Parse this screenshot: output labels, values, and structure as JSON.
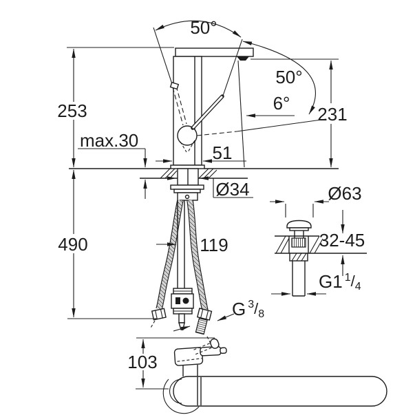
{
  "drawing": {
    "kind": "faucet-technical-dimension-drawing",
    "units_shown": "mm",
    "colors": {
      "ink": "#1c1c1c",
      "background": "#ffffff"
    },
    "labels": {
      "angle_top": "50°",
      "angle_lever": "50°",
      "angle_rest": "6°",
      "height_above_deck": "253",
      "spout_height": "231",
      "deck_max_thickness": "max.30",
      "body_width": "51",
      "shank_diameter": "Ø34",
      "hose_length": "490",
      "hose_offset": "119",
      "drain_cap_diameter": "Ø63",
      "drain_deck_range": "32-45",
      "base_depth": "103",
      "thread_supply": {
        "prefix": "G",
        "numerator": "3",
        "slash": "/",
        "denominator": "8"
      },
      "thread_drain": {
        "prefix": "G1",
        "numerator": "1",
        "slash": "/",
        "denominator": "4"
      }
    }
  }
}
